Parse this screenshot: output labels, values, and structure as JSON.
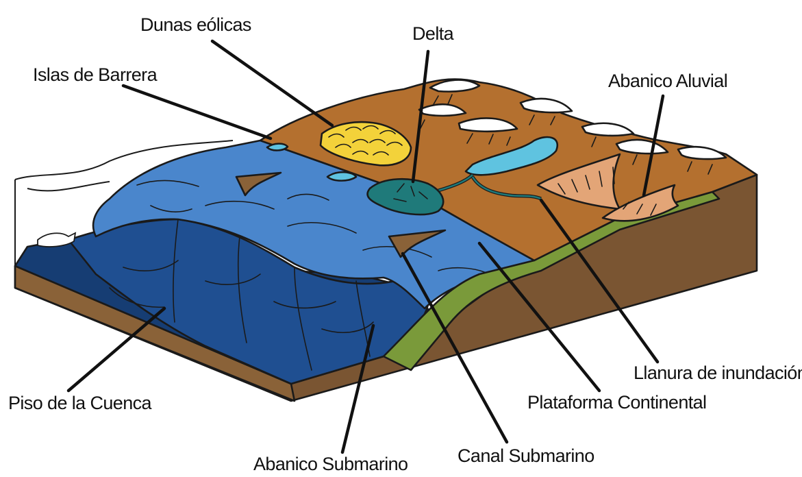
{
  "diagram": {
    "labels": {
      "dunas_eolicas": "Dunas eólicas",
      "delta": "Delta",
      "islas_de_barrera": "Islas de Barrera",
      "abanico_aluvial": "Abanico Aluvial",
      "llanura_de_inundacion": "Llanura de inundación",
      "plataforma_continental": "Plataforma Continental",
      "piso_de_la_cuenca": "Piso de la Cuenca",
      "abanico_submarino": "Abanico Submarino",
      "canal_submarino": "Canal Submarino"
    },
    "colors": {
      "land": "#b4702f",
      "land_side": "#7a5532",
      "shelf_water": "#4a86cc",
      "deep_water": "#1f4f91",
      "deepest_water": "#163d73",
      "coastal_green": "#7a9a3a",
      "dunes": "#f3d23a",
      "delta": "#1f7a7a",
      "lake": "#5fc3e0",
      "alluvial_fan": "#e3a577",
      "snow": "#ffffff"
    }
  }
}
